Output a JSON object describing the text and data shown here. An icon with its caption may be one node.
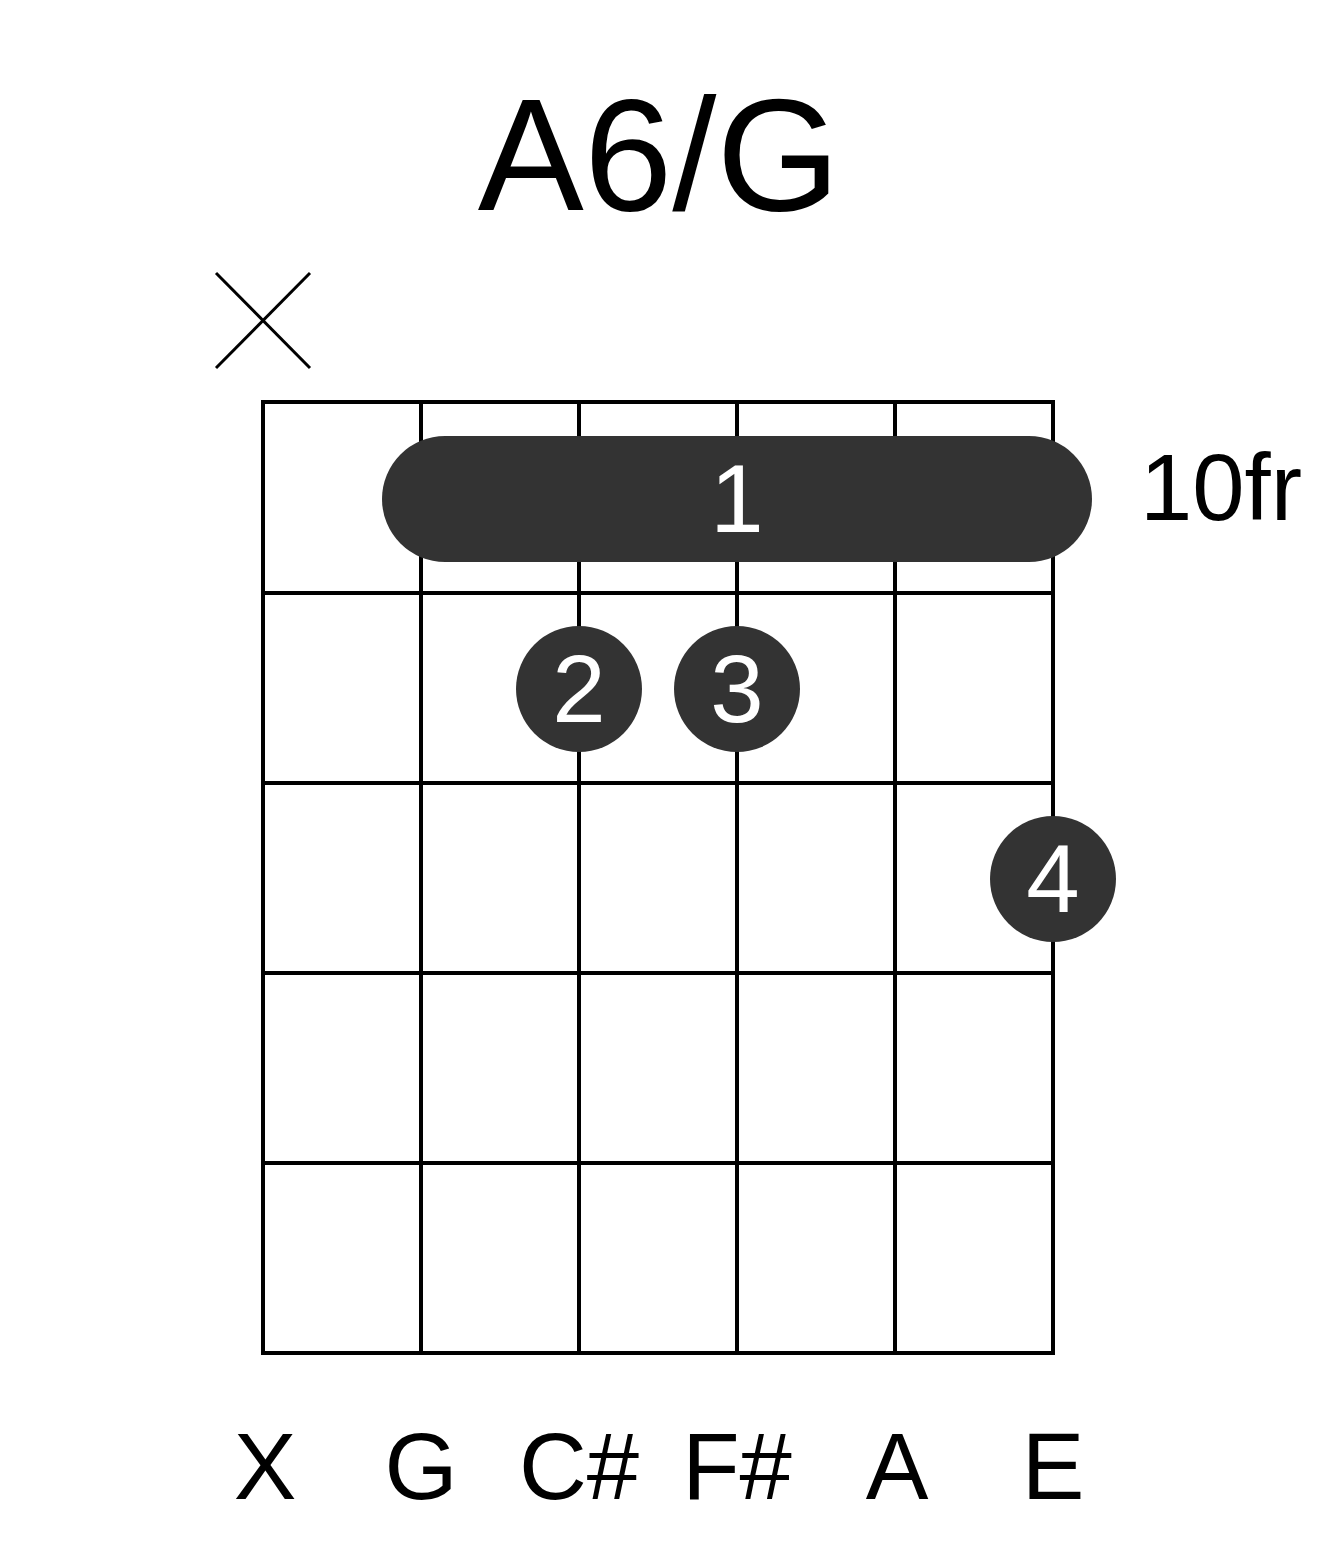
{
  "diagram": {
    "title": "A6/G",
    "nodes": [
      {
        "text": [
          "1"
        ]
      },
      {
        "text": [
          "2"
        ]
      },
      {
        "text": [
          "3"
        ]
      },
      {
        "text": [
          "4"
        ]
      }
    ],
    "labels": [
      "10fr",
      "X",
      "G",
      "C#",
      "F#",
      "A",
      "E"
    ]
  }
}
